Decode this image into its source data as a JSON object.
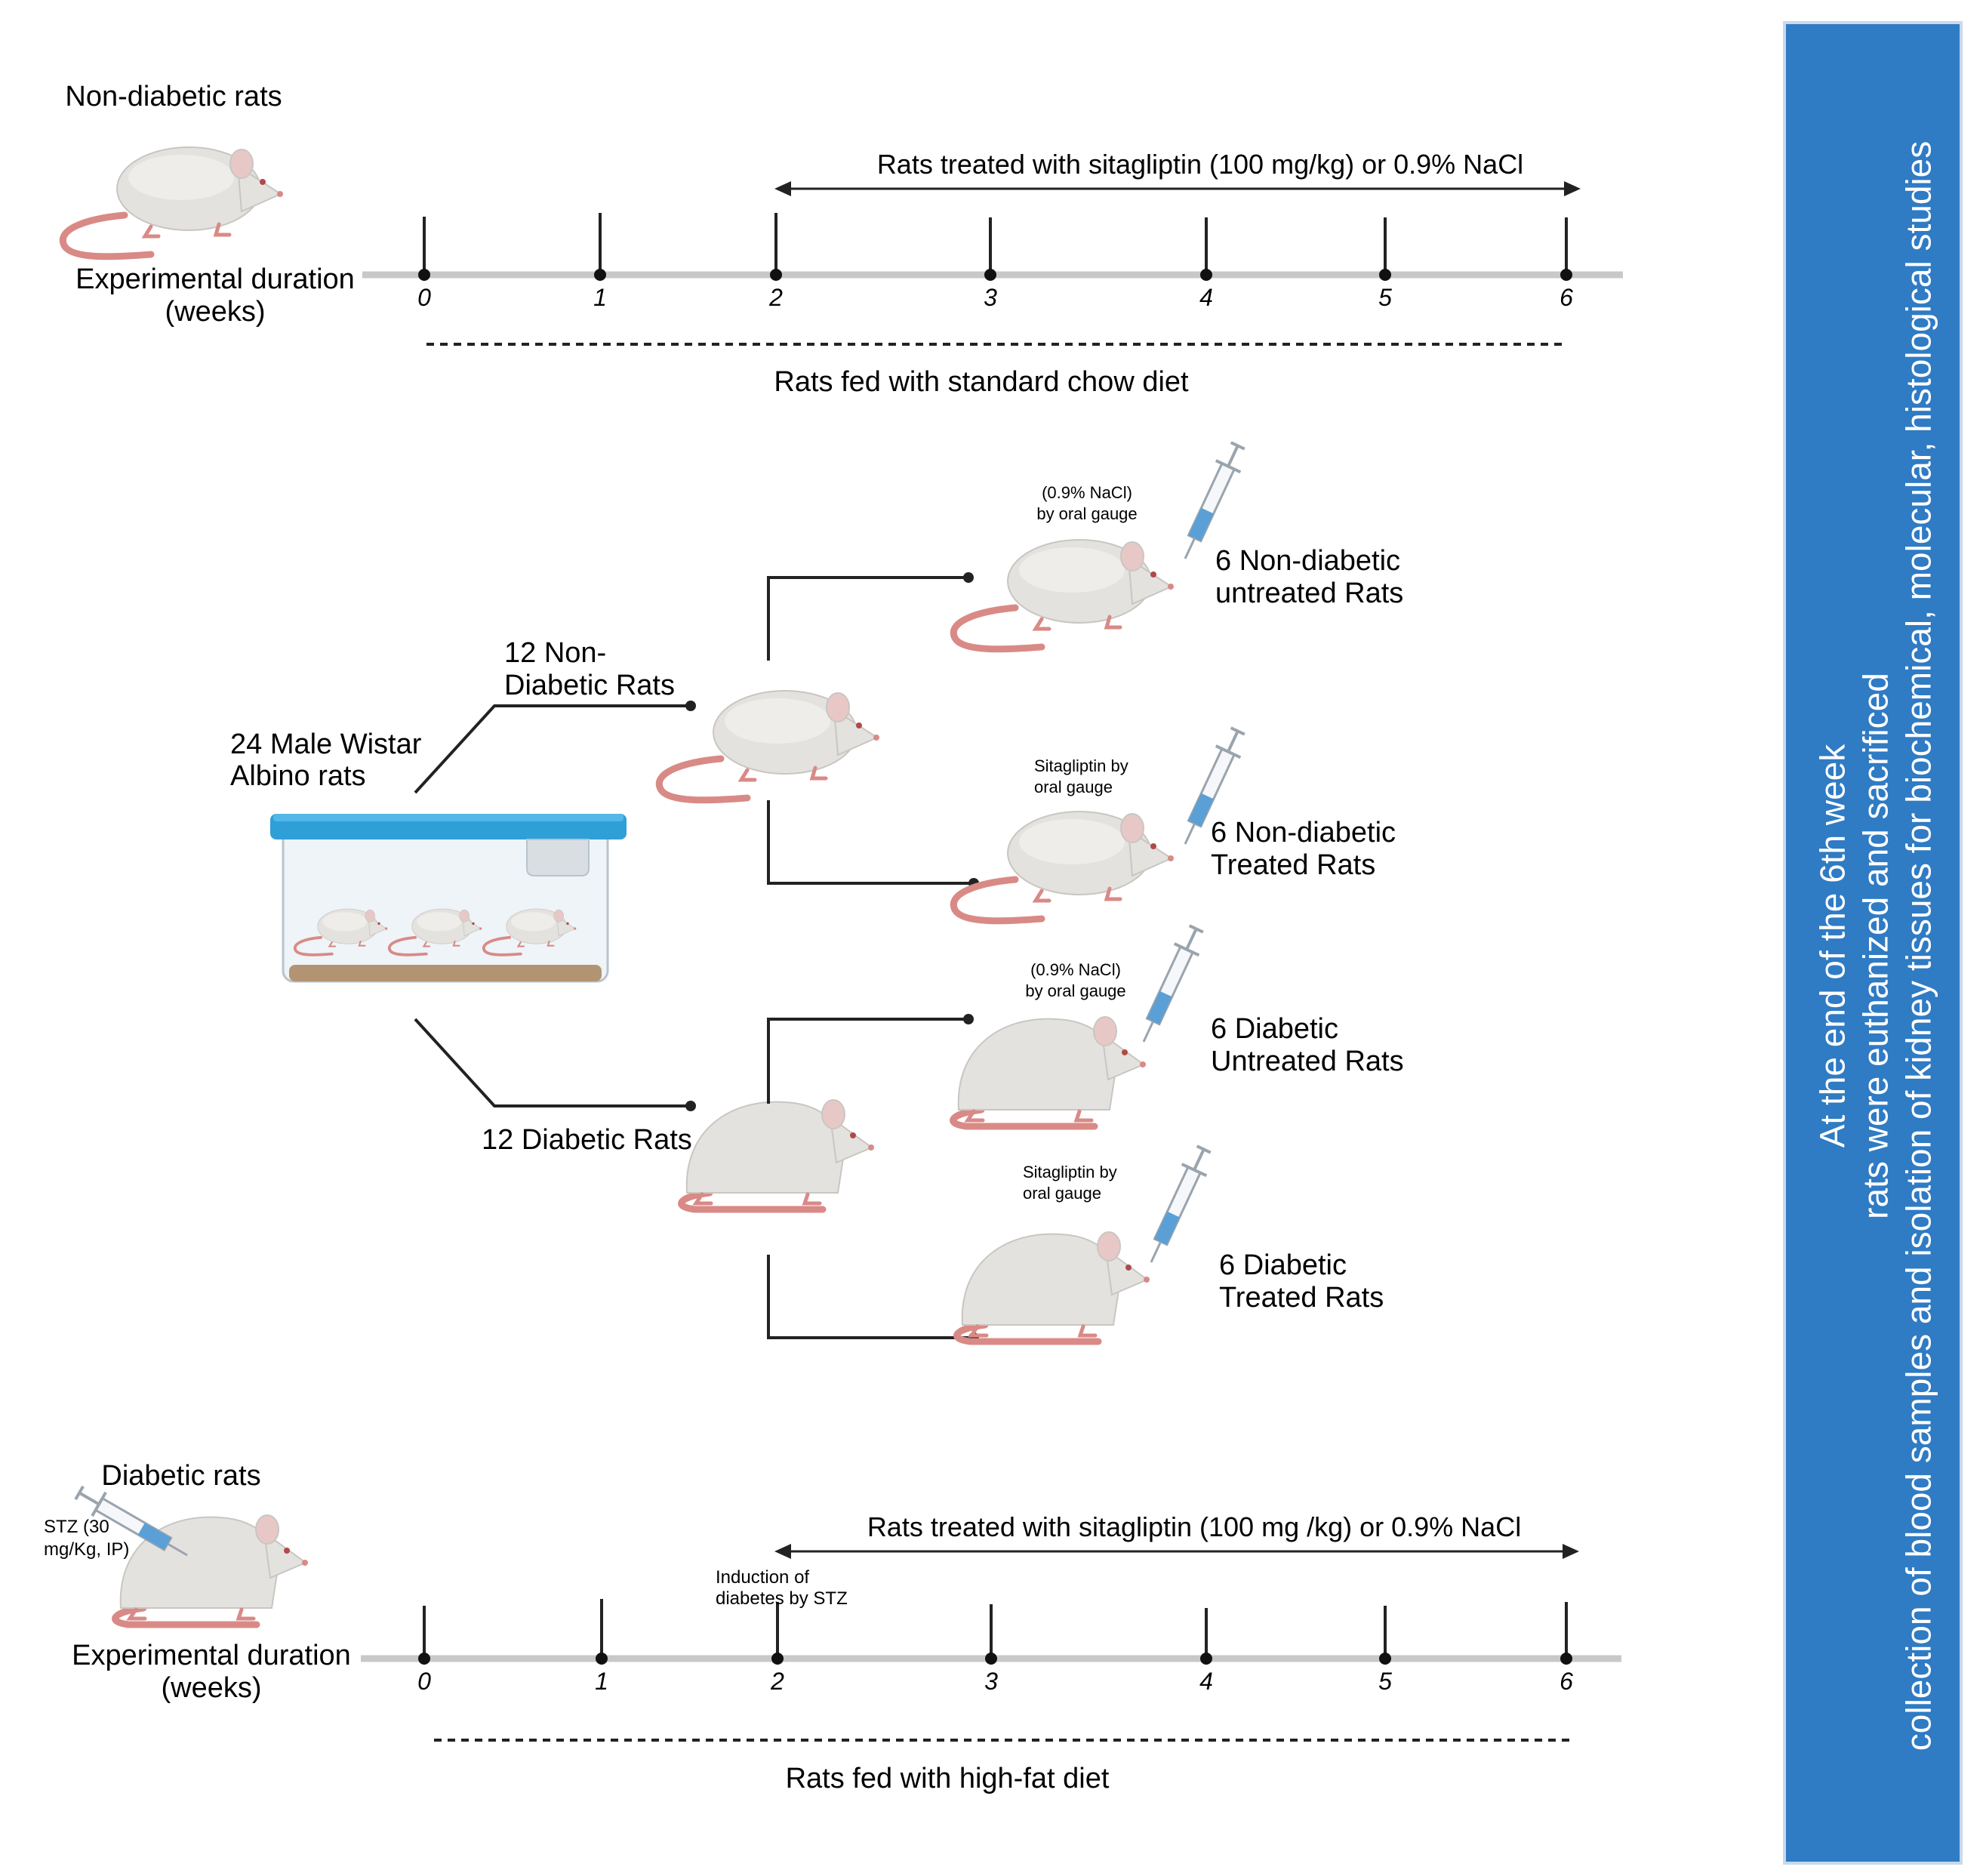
{
  "colors": {
    "panel": "#2f7bc4",
    "timeline": "#c8c8c8",
    "line": "#222222",
    "rat_body": "#e4e2df",
    "rat_tail": "#d98a86",
    "cage_lid": "#2f9fd8",
    "bedding": "#b39472",
    "syringe": "#5aa0d6"
  },
  "top_timeline": {
    "group_label": "Non-diabetic rats",
    "duration_label_1": "Experimental duration",
    "duration_label_2": "(weeks)",
    "treatment_label": "Rats treated with sitagliptin (100 mg/kg) or 0.9% NaCl",
    "diet_label": "Rats fed with standard chow diet",
    "weeks": [
      "0",
      "1",
      "2",
      "3",
      "4",
      "5",
      "6"
    ]
  },
  "middle": {
    "cage_label_1": "24 Male Wistar",
    "cage_label_2": "Albino rats",
    "non_diabetic_label_1": "12 Non-",
    "non_diabetic_label_2": "Diabetic Rats",
    "diabetic_label": "12 Diabetic Rats",
    "groups": [
      {
        "dose_1": "(0.9% NaCl)",
        "dose_2": "by oral gauge",
        "name_1": "6 Non-diabetic",
        "name_2": "untreated Rats"
      },
      {
        "dose_1": "Sitagliptin by",
        "dose_2": "oral gauge",
        "name_1": "6 Non-diabetic",
        "name_2": "Treated Rats"
      },
      {
        "dose_1": "(0.9% NaCl)",
        "dose_2": "by oral gauge",
        "name_1": "6 Diabetic",
        "name_2": "Untreated Rats"
      },
      {
        "dose_1": "Sitagliptin by",
        "dose_2": "oral gauge",
        "name_1": "6 Diabetic",
        "name_2": "Treated Rats"
      }
    ]
  },
  "bottom_timeline": {
    "group_label": "Diabetic rats",
    "stz_label_1": "STZ (30",
    "stz_label_2": "mg/Kg, IP)",
    "duration_label_1": "Experimental duration",
    "duration_label_2": "(weeks)",
    "treatment_label": "Rats treated with sitagliptin (100 mg /kg) or 0.9% NaCl",
    "induction_label_1": "Induction of",
    "induction_label_2": "diabetes by STZ",
    "diet_label": "Rats fed with high-fat diet",
    "weeks": [
      "0",
      "1",
      "2",
      "3",
      "4",
      "5",
      "6"
    ]
  },
  "side_panel": {
    "line_1": "At the end of the 6th week",
    "line_2": "rats were euthanized and sacrificed",
    "line_3": "collection of blood samples and isolation of kidney tissues for biochemical, molecular, histological studies"
  }
}
